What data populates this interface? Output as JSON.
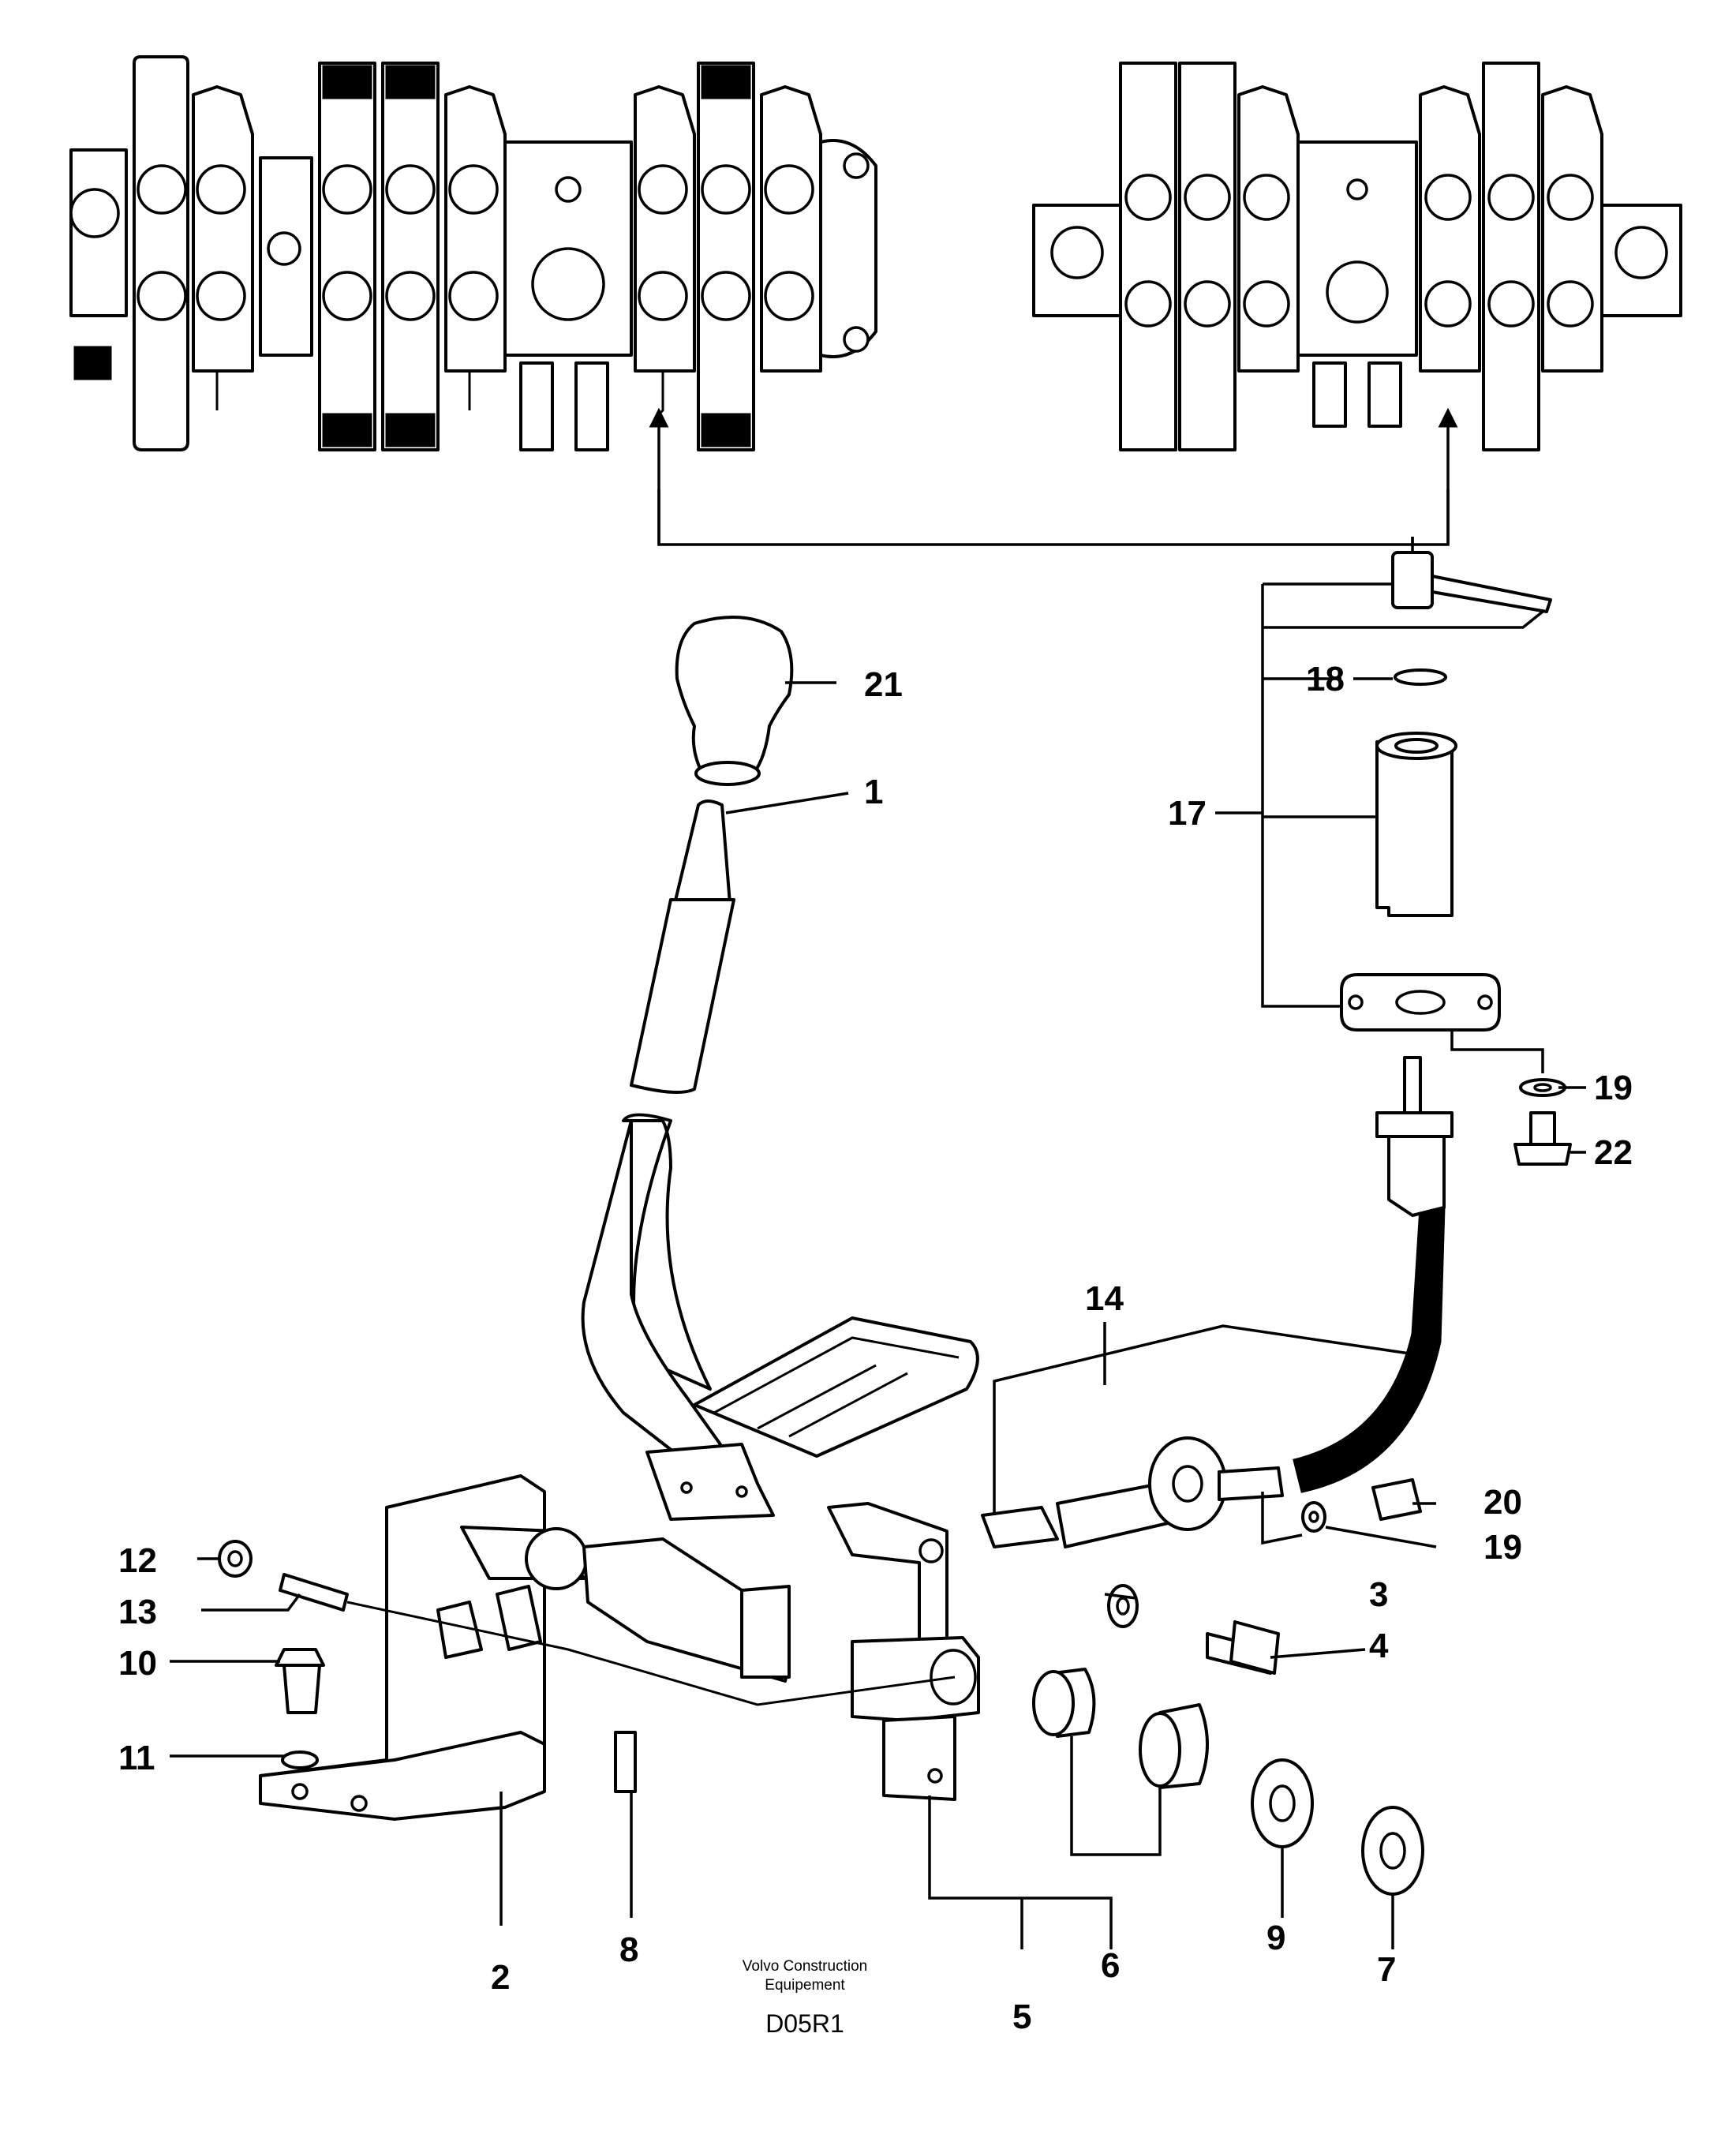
{
  "callouts": {
    "c1": "1",
    "c2": "2",
    "c3": "3",
    "c4": "4",
    "c5": "5",
    "c6": "6",
    "c7": "7",
    "c8": "8",
    "c9": "9",
    "c10": "10",
    "c11": "11",
    "c12": "12",
    "c13": "13",
    "c14": "14",
    "c17": "17",
    "c18": "18",
    "c19a": "19",
    "c19b": "19",
    "c20": "20",
    "c21": "21",
    "c22": "22"
  },
  "footer": {
    "publisher_line1": "Volvo Construction",
    "publisher_line2": "Equipement",
    "drawing_code": "D05R1"
  }
}
